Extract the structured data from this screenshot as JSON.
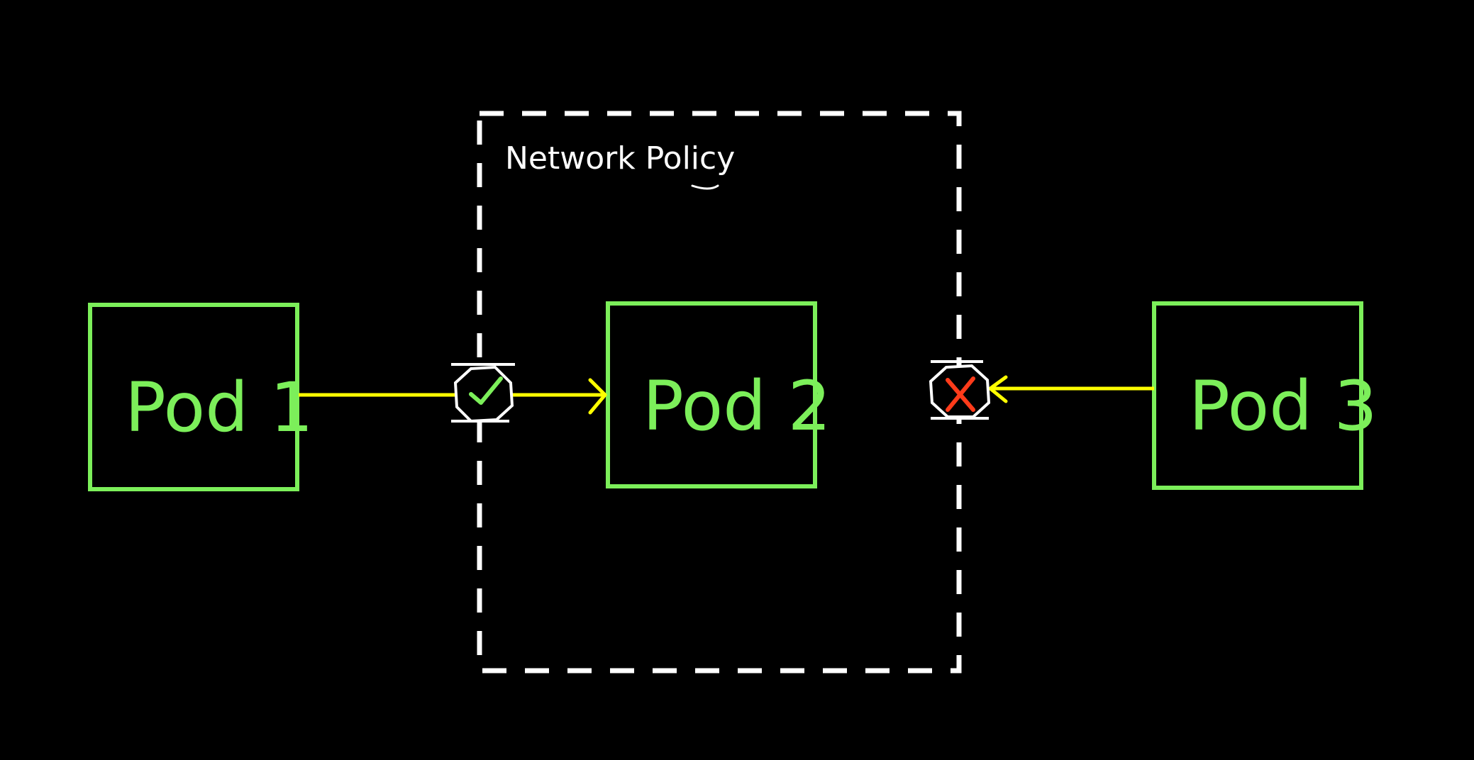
{
  "diagram": {
    "policy_label": "Network Policy",
    "pods": [
      {
        "id": "pod1",
        "label": "Pod 1"
      },
      {
        "id": "pod2",
        "label": "Pod 2"
      },
      {
        "id": "pod3",
        "label": "Pod 3"
      }
    ],
    "connections": [
      {
        "from": "Pod 1",
        "to": "Pod 2",
        "status": "allowed",
        "icon": "check-icon"
      },
      {
        "from": "Pod 3",
        "to": "Pod 2",
        "status": "blocked",
        "icon": "cross-icon"
      }
    ],
    "colors": {
      "background": "#000000",
      "pod_stroke": "#7cef5a",
      "pod_text": "#7cef5a",
      "arrow": "#ffff00",
      "policy_border": "#ffffff",
      "label_text": "#ffffff",
      "gate_stroke": "#ffffff",
      "check": "#7cef5a",
      "cross": "#ff3b1a"
    }
  }
}
